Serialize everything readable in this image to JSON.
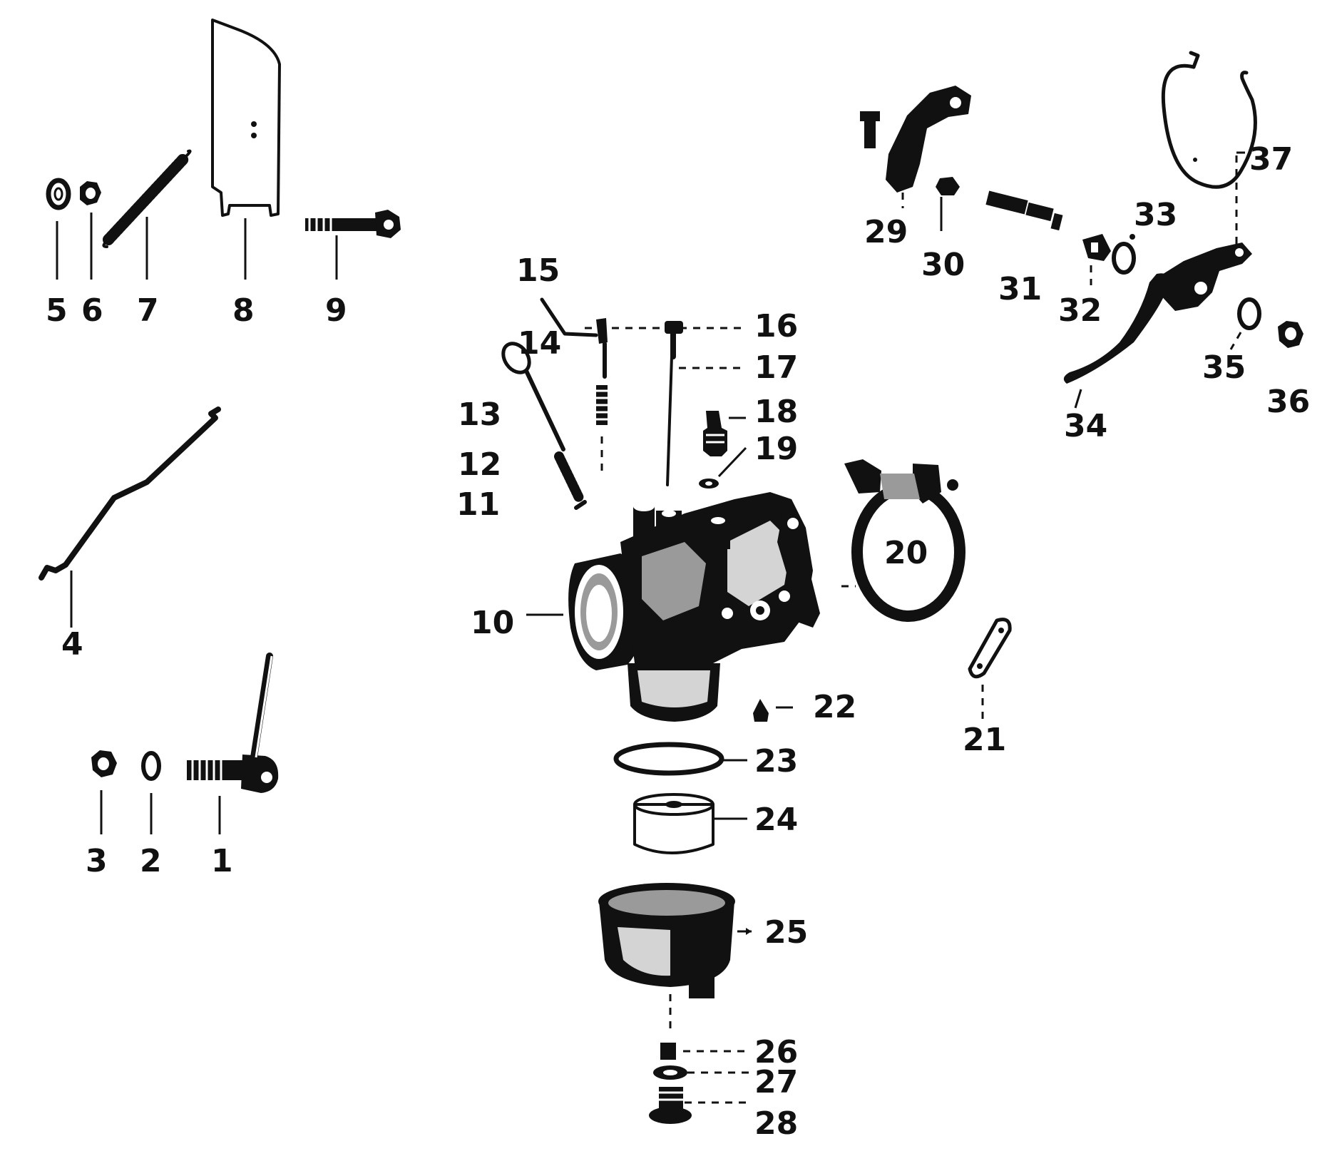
{
  "diagram": {
    "type": "exploded-parts-view",
    "colors": {
      "ink": "#111111",
      "paper": "#ffffff",
      "shade": "#9a9a9a"
    },
    "part_numbers": [
      "1",
      "2",
      "3",
      "4",
      "5",
      "6",
      "7",
      "8",
      "9",
      "10",
      "11",
      "12",
      "13",
      "14",
      "15",
      "16",
      "17",
      "18",
      "19",
      "20",
      "21",
      "22",
      "23",
      "24",
      "25",
      "26",
      "27",
      "28",
      "29",
      "30",
      "31",
      "32",
      "33",
      "34",
      "35",
      "36",
      "37"
    ]
  }
}
